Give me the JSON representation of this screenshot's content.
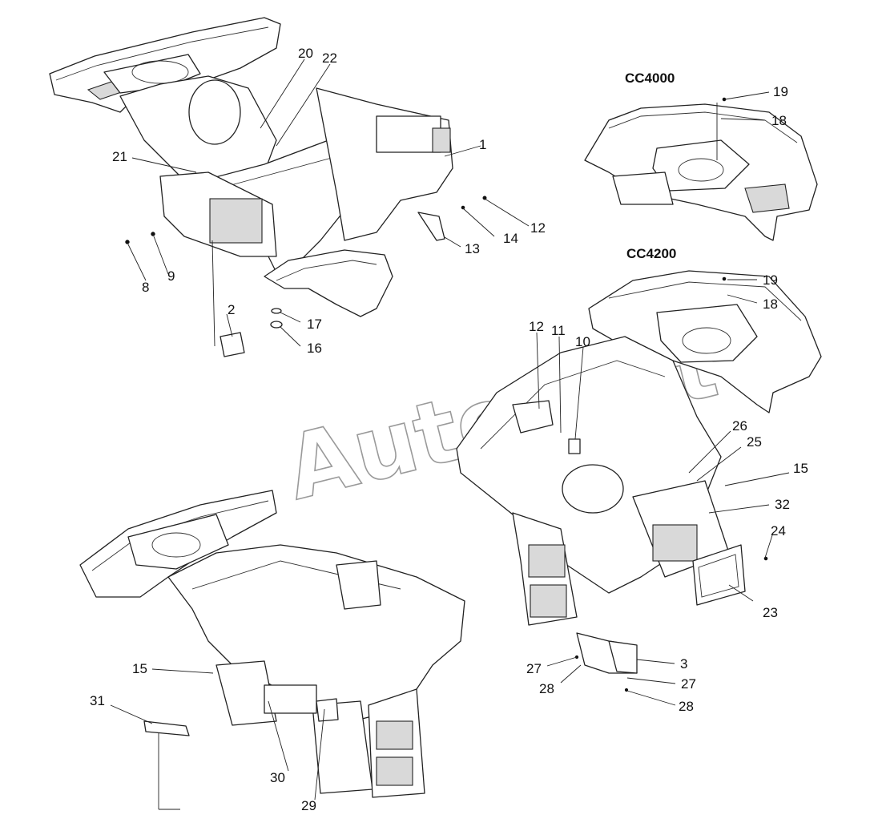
{
  "figure": {
    "models": [
      {
        "id": "cc4000",
        "label": "CC4000"
      },
      {
        "id": "cc4200",
        "label": "CC4200"
      }
    ],
    "watermark": "AutoSoft",
    "callouts": [
      {
        "id": "c20",
        "text": "20"
      },
      {
        "id": "c22",
        "text": "22"
      },
      {
        "id": "c1",
        "text": "1"
      },
      {
        "id": "c21",
        "text": "21"
      },
      {
        "id": "c12a",
        "text": "12"
      },
      {
        "id": "c14",
        "text": "14"
      },
      {
        "id": "c13",
        "text": "13"
      },
      {
        "id": "c8",
        "text": "8"
      },
      {
        "id": "c9",
        "text": "9"
      },
      {
        "id": "c2",
        "text": "2"
      },
      {
        "id": "c17",
        "text": "17"
      },
      {
        "id": "c16",
        "text": "16"
      },
      {
        "id": "c19a",
        "text": "19"
      },
      {
        "id": "c18a",
        "text": "18"
      },
      {
        "id": "c19b",
        "text": "19"
      },
      {
        "id": "c18b",
        "text": "18"
      },
      {
        "id": "c12b",
        "text": "12"
      },
      {
        "id": "c11",
        "text": "11"
      },
      {
        "id": "c10",
        "text": "10"
      },
      {
        "id": "c26",
        "text": "26"
      },
      {
        "id": "c25",
        "text": "25"
      },
      {
        "id": "c15a",
        "text": "15"
      },
      {
        "id": "c32",
        "text": "32"
      },
      {
        "id": "c24",
        "text": "24"
      },
      {
        "id": "c23",
        "text": "23"
      },
      {
        "id": "c3",
        "text": "3"
      },
      {
        "id": "c27a",
        "text": "27"
      },
      {
        "id": "c28a",
        "text": "28"
      },
      {
        "id": "c27b",
        "text": "27"
      },
      {
        "id": "c28b",
        "text": "28"
      },
      {
        "id": "c15b",
        "text": "15"
      },
      {
        "id": "c31",
        "text": "31"
      },
      {
        "id": "c30",
        "text": "30"
      },
      {
        "id": "c29",
        "text": "29"
      }
    ]
  }
}
